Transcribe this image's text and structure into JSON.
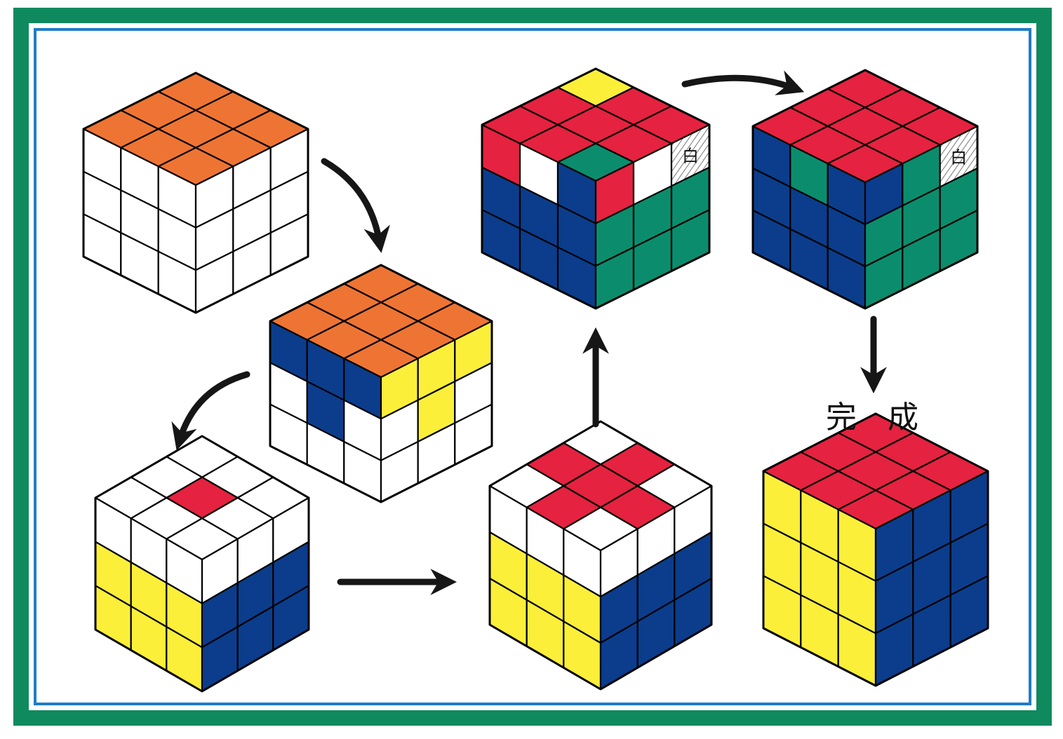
{
  "colors": {
    "frame_green": "#0f8a5f",
    "frame_blue": "#1f7cc8",
    "background": "#ffffff",
    "line": "#000000",
    "arrow": "#161616",
    "w": "#ffffff",
    "o": "#ee7433",
    "b": "#0b3d8c",
    "y": "#fbef3a",
    "r": "#e5223f",
    "g": "#0b8d6d"
  },
  "caption": {
    "complete": "完　成",
    "white_marker": "白"
  },
  "cubes": [
    {
      "id": "step-1",
      "top": [
        "o",
        "o",
        "o",
        "o",
        "o",
        "o",
        "o",
        "o",
        "o"
      ],
      "left": [
        "w",
        "w",
        "w",
        "w",
        "w",
        "w",
        "w",
        "w",
        "w"
      ],
      "right": [
        "w",
        "w",
        "w",
        "w",
        "w",
        "w",
        "w",
        "w",
        "w"
      ]
    },
    {
      "id": "step-2",
      "top": [
        "o",
        "o",
        "o",
        "o",
        "o",
        "o",
        "o",
        "o",
        "o"
      ],
      "left": [
        "b",
        "b",
        "b",
        "w",
        "b",
        "w",
        "w",
        "w",
        "w"
      ],
      "right": [
        "y",
        "y",
        "y",
        "w",
        "y",
        "w",
        "w",
        "w",
        "w"
      ]
    },
    {
      "id": "step-3",
      "top": [
        "w",
        "w",
        "w",
        "w",
        "r",
        "w",
        "w",
        "w",
        "w"
      ],
      "left": [
        "w",
        "w",
        "w",
        "y",
        "y",
        "y",
        "y",
        "y",
        "y"
      ],
      "right": [
        "w",
        "w",
        "w",
        "b",
        "b",
        "b",
        "b",
        "b",
        "b"
      ]
    },
    {
      "id": "step-4",
      "top": [
        "w",
        "r",
        "w",
        "r",
        "r",
        "r",
        "w",
        "r",
        "w"
      ],
      "left": [
        "w",
        "w",
        "w",
        "y",
        "y",
        "y",
        "y",
        "y",
        "y"
      ],
      "right": [
        "w",
        "w",
        "w",
        "b",
        "b",
        "b",
        "b",
        "b",
        "b"
      ]
    },
    {
      "id": "step-5",
      "top": [
        "y",
        "r",
        "r",
        "r",
        "r",
        "r",
        "r",
        "r",
        "g"
      ],
      "left": [
        "r",
        "w",
        "b",
        "b",
        "b",
        "b",
        "b",
        "b",
        "b"
      ],
      "right": [
        "r",
        "w",
        "white-marked",
        "g",
        "g",
        "g",
        "g",
        "g",
        "g"
      ]
    },
    {
      "id": "step-6",
      "top": [
        "r",
        "r",
        "r",
        "r",
        "r",
        "r",
        "r",
        "r",
        "r"
      ],
      "left": [
        "b",
        "g",
        "b",
        "b",
        "b",
        "b",
        "b",
        "b",
        "b"
      ],
      "right": [
        "b",
        "g",
        "white-marked",
        "g",
        "g",
        "g",
        "g",
        "g",
        "g"
      ]
    },
    {
      "id": "step-complete",
      "top": [
        "r",
        "r",
        "r",
        "r",
        "r",
        "r",
        "r",
        "r",
        "r"
      ],
      "left": [
        "y",
        "y",
        "y",
        "y",
        "y",
        "y",
        "y",
        "y",
        "y"
      ],
      "right": [
        "b",
        "b",
        "b",
        "b",
        "b",
        "b",
        "b",
        "b",
        "b"
      ]
    }
  ],
  "arrows": [
    {
      "id": "arrow-1-to-2",
      "direction": "curved-down-right"
    },
    {
      "id": "arrow-2-to-3",
      "direction": "curved-down-left"
    },
    {
      "id": "arrow-3-to-4",
      "direction": "right"
    },
    {
      "id": "arrow-4-to-5",
      "direction": "up"
    },
    {
      "id": "arrow-5-to-6",
      "direction": "curved-right"
    },
    {
      "id": "arrow-6-to-complete",
      "direction": "down"
    }
  ]
}
